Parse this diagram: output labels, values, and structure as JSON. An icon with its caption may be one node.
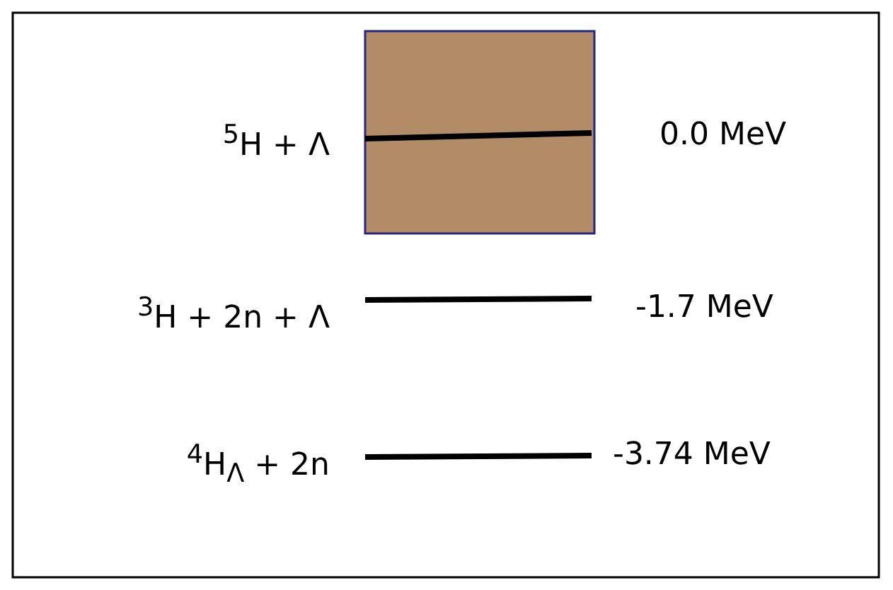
{
  "diagram": {
    "labels": [
      "$^{5}$H + Λ",
      "0.0 MeV",
      "$^{3}$H + 2n + Λ",
      "-1.7 MeV",
      "$^{4}$H$_{Λ}$ + 2n",
      "-3.74 MeV"
    ]
  }
}
